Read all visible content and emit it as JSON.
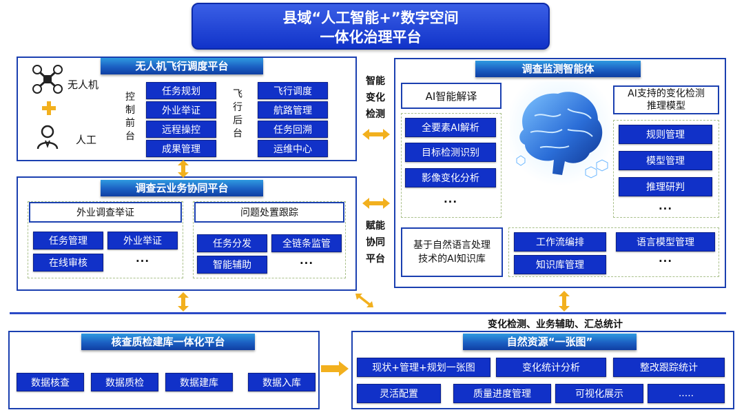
{
  "title": {
    "line1": "县域“人工智能+”数字空间",
    "line2": "一体化治理平台"
  },
  "drone_platform": {
    "title": "无人机飞行调度平台",
    "drone_label": "无人机",
    "human_label": "人工",
    "front_label": [
      "控",
      "制",
      "前",
      "台"
    ],
    "front_items": [
      "任务规划",
      "外业举证",
      "远程操控",
      "成果管理"
    ],
    "back_label": [
      "飞",
      "行",
      "后",
      "台"
    ],
    "back_items": [
      "飞行调度",
      "航路管理",
      "任务回溯",
      "运维中心"
    ]
  },
  "cloud_platform": {
    "title": "调查云业务协同平台",
    "left_header": "外业调查举证",
    "left_items": [
      "任务管理",
      "外业举证",
      "在线审核",
      "···"
    ],
    "right_header": "问题处置跟踪",
    "right_items": [
      "任务分发",
      "全链条监管",
      "智能辅助",
      "···"
    ]
  },
  "middle_labels": {
    "top": [
      "智能",
      "变化",
      "检测"
    ],
    "bottom": [
      "赋能",
      "协同",
      "平台"
    ]
  },
  "agent": {
    "title": "调查监测智能体",
    "ai_interp_header": "AI智能解译",
    "ai_interp_items": [
      "全要素AI解析",
      "目标检测识别",
      "影像变化分析",
      "···"
    ],
    "model_header_line1": "AI支持的变化检测",
    "model_header_line2": "推理模型",
    "model_items": [
      "规则管理",
      "模型管理",
      "推理研判",
      "···"
    ],
    "kb_line1": "基于自然语言处理",
    "kb_line2": "技术的AI知识库",
    "kb_items": [
      "工作流编排",
      "语言模型管理",
      "知识库管理",
      "···"
    ]
  },
  "divider_text": "变化检测、业务辅助、汇总统计",
  "qc_platform": {
    "title": "核查质检建库一体化平台",
    "items": [
      "数据核查",
      "数据质检",
      "数据建库",
      "数据入库"
    ]
  },
  "resource_map": {
    "title": "自然资源“一张图”",
    "items": [
      "现状+管理+规划一张图",
      "变化统计分析",
      "整改跟踪统计",
      "灵活配置",
      "质量进度管理",
      "可视化展示",
      "....."
    ]
  },
  "colors": {
    "primary": "#1131c8",
    "panel_border": "#1a3fb0",
    "arrow": "#f2b01e",
    "dash": "#a9c08a"
  }
}
